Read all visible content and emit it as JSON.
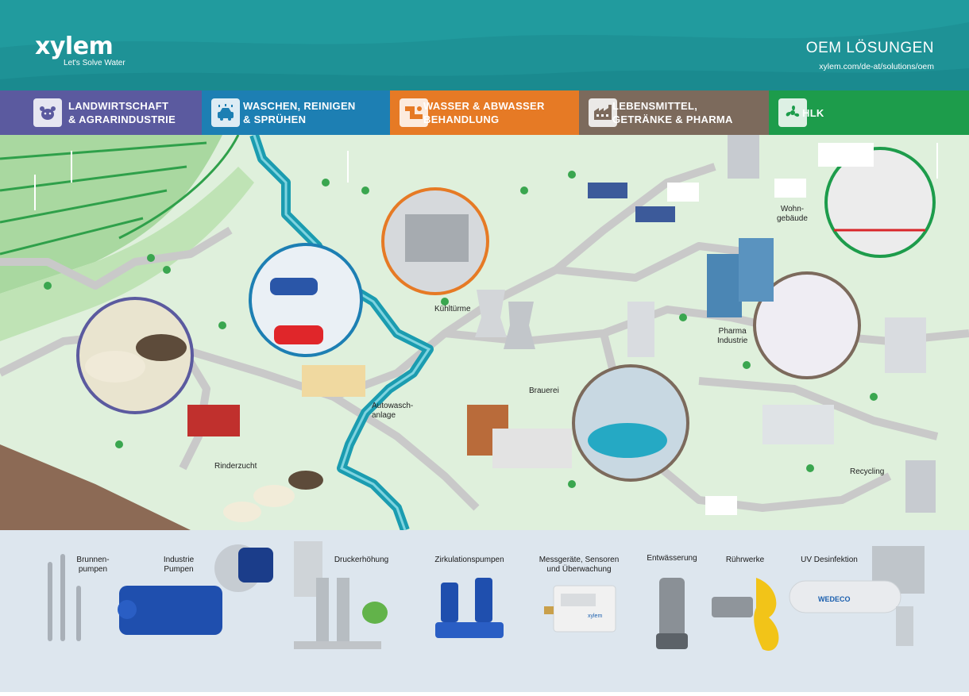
{
  "header": {
    "brand": "xylem",
    "tagline": "Let's Solve Water",
    "title": "OEM LÖSUNGEN",
    "url": "xylem.com/de-at/solutions/oem"
  },
  "tabs": [
    {
      "line1": "LANDWIRTSCHAFT",
      "line2": "& AGRARINDUSTRIE",
      "color": "#5b5a9f",
      "icon": "cow-icon"
    },
    {
      "line1": "WASCHEN, REINIGEN",
      "line2": "& SPRÜHEN",
      "color": "#1d7fb3",
      "icon": "car-wash-icon"
    },
    {
      "line1": "WASSER & ABWASSER",
      "line2": "BEHANDLUNG",
      "color": "#e67a25",
      "icon": "pipes-icon"
    },
    {
      "line1": "LEBENSMITTEL,",
      "line2": "GETRÄNKE & PHARMA",
      "color": "#7c6a5c",
      "icon": "factory-icon"
    },
    {
      "line1": "HLK",
      "line2": "",
      "color": "#1d9c4b",
      "icon": "fan-icon"
    }
  ],
  "map_labels": {
    "kuehltuerme": "Kühltürme",
    "wohngebaeude_1": "Wohn-",
    "wohngebaeude_2": "gebäude",
    "pharma_1": "Pharma",
    "pharma_2": "Industrie",
    "brauerei": "Brauerei",
    "autowasch_1": "Autowasch-",
    "autowasch_2": "anlage",
    "rinderzucht": "Rinderzucht",
    "recycling": "Recycling"
  },
  "products": [
    {
      "line1": "Brunnen-",
      "line2": "pumpen"
    },
    {
      "line1": "Industrie",
      "line2": "Pumpen"
    },
    {
      "line1": "Druckerhöhung",
      "line2": ""
    },
    {
      "line1": "Zirkulationspumpen",
      "line2": ""
    },
    {
      "line1": "Messgeräte, Sensoren",
      "line2": "und Überwachung"
    },
    {
      "line1": "Entwässerung",
      "line2": ""
    },
    {
      "line1": "Rührwerke",
      "line2": ""
    },
    {
      "line1": "UV Desinfektion",
      "line2": ""
    }
  ],
  "device_labels": {
    "meter_brand": "xylem",
    "uv_brand": "WEDECO"
  }
}
